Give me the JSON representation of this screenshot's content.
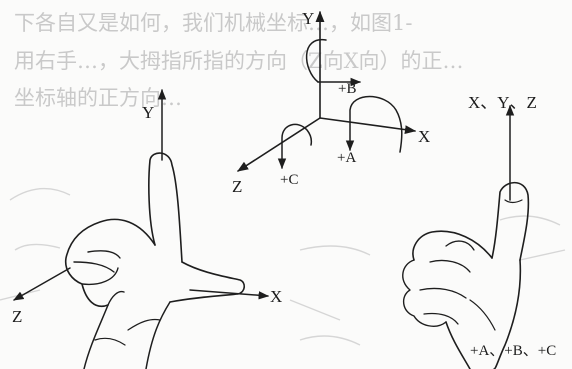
{
  "background_text": {
    "line1": "下各自又是如何，我们机械坐标…，如图1-",
    "line2": "用右手…，大拇指所指的方向（Z向X向）的正…",
    "line3": "坐标轴的正方向…"
  },
  "axes_diagram": {
    "x": "X",
    "y": "Y",
    "z": "Z",
    "plus_a": "+A",
    "plus_b": "+B",
    "plus_c": "+C"
  },
  "left_hand": {
    "y": "Y",
    "x": "X",
    "z": "Z"
  },
  "right_hand": {
    "axes": "X、Y、Z",
    "rotations": "+A、+B、+C"
  }
}
